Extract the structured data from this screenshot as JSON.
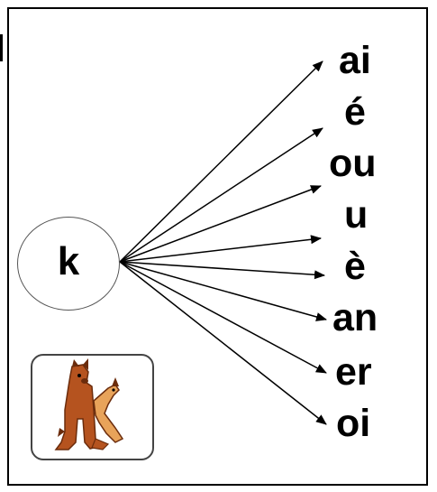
{
  "source_node": {
    "label": "k"
  },
  "targets": [
    {
      "label": "ai"
    },
    {
      "label": "é"
    },
    {
      "label": "ou"
    },
    {
      "label": "u"
    },
    {
      "label": "è"
    },
    {
      "label": "an"
    },
    {
      "label": "er"
    },
    {
      "label": "oi"
    }
  ],
  "colors": {
    "stroke": "#000000",
    "mascot_fur": "#b5531f",
    "mascot_dark": "#6b2c0c",
    "mascot_light": "#e8a35a"
  },
  "mascot": {
    "icon": "k-letter-dog-mascot-icon"
  }
}
